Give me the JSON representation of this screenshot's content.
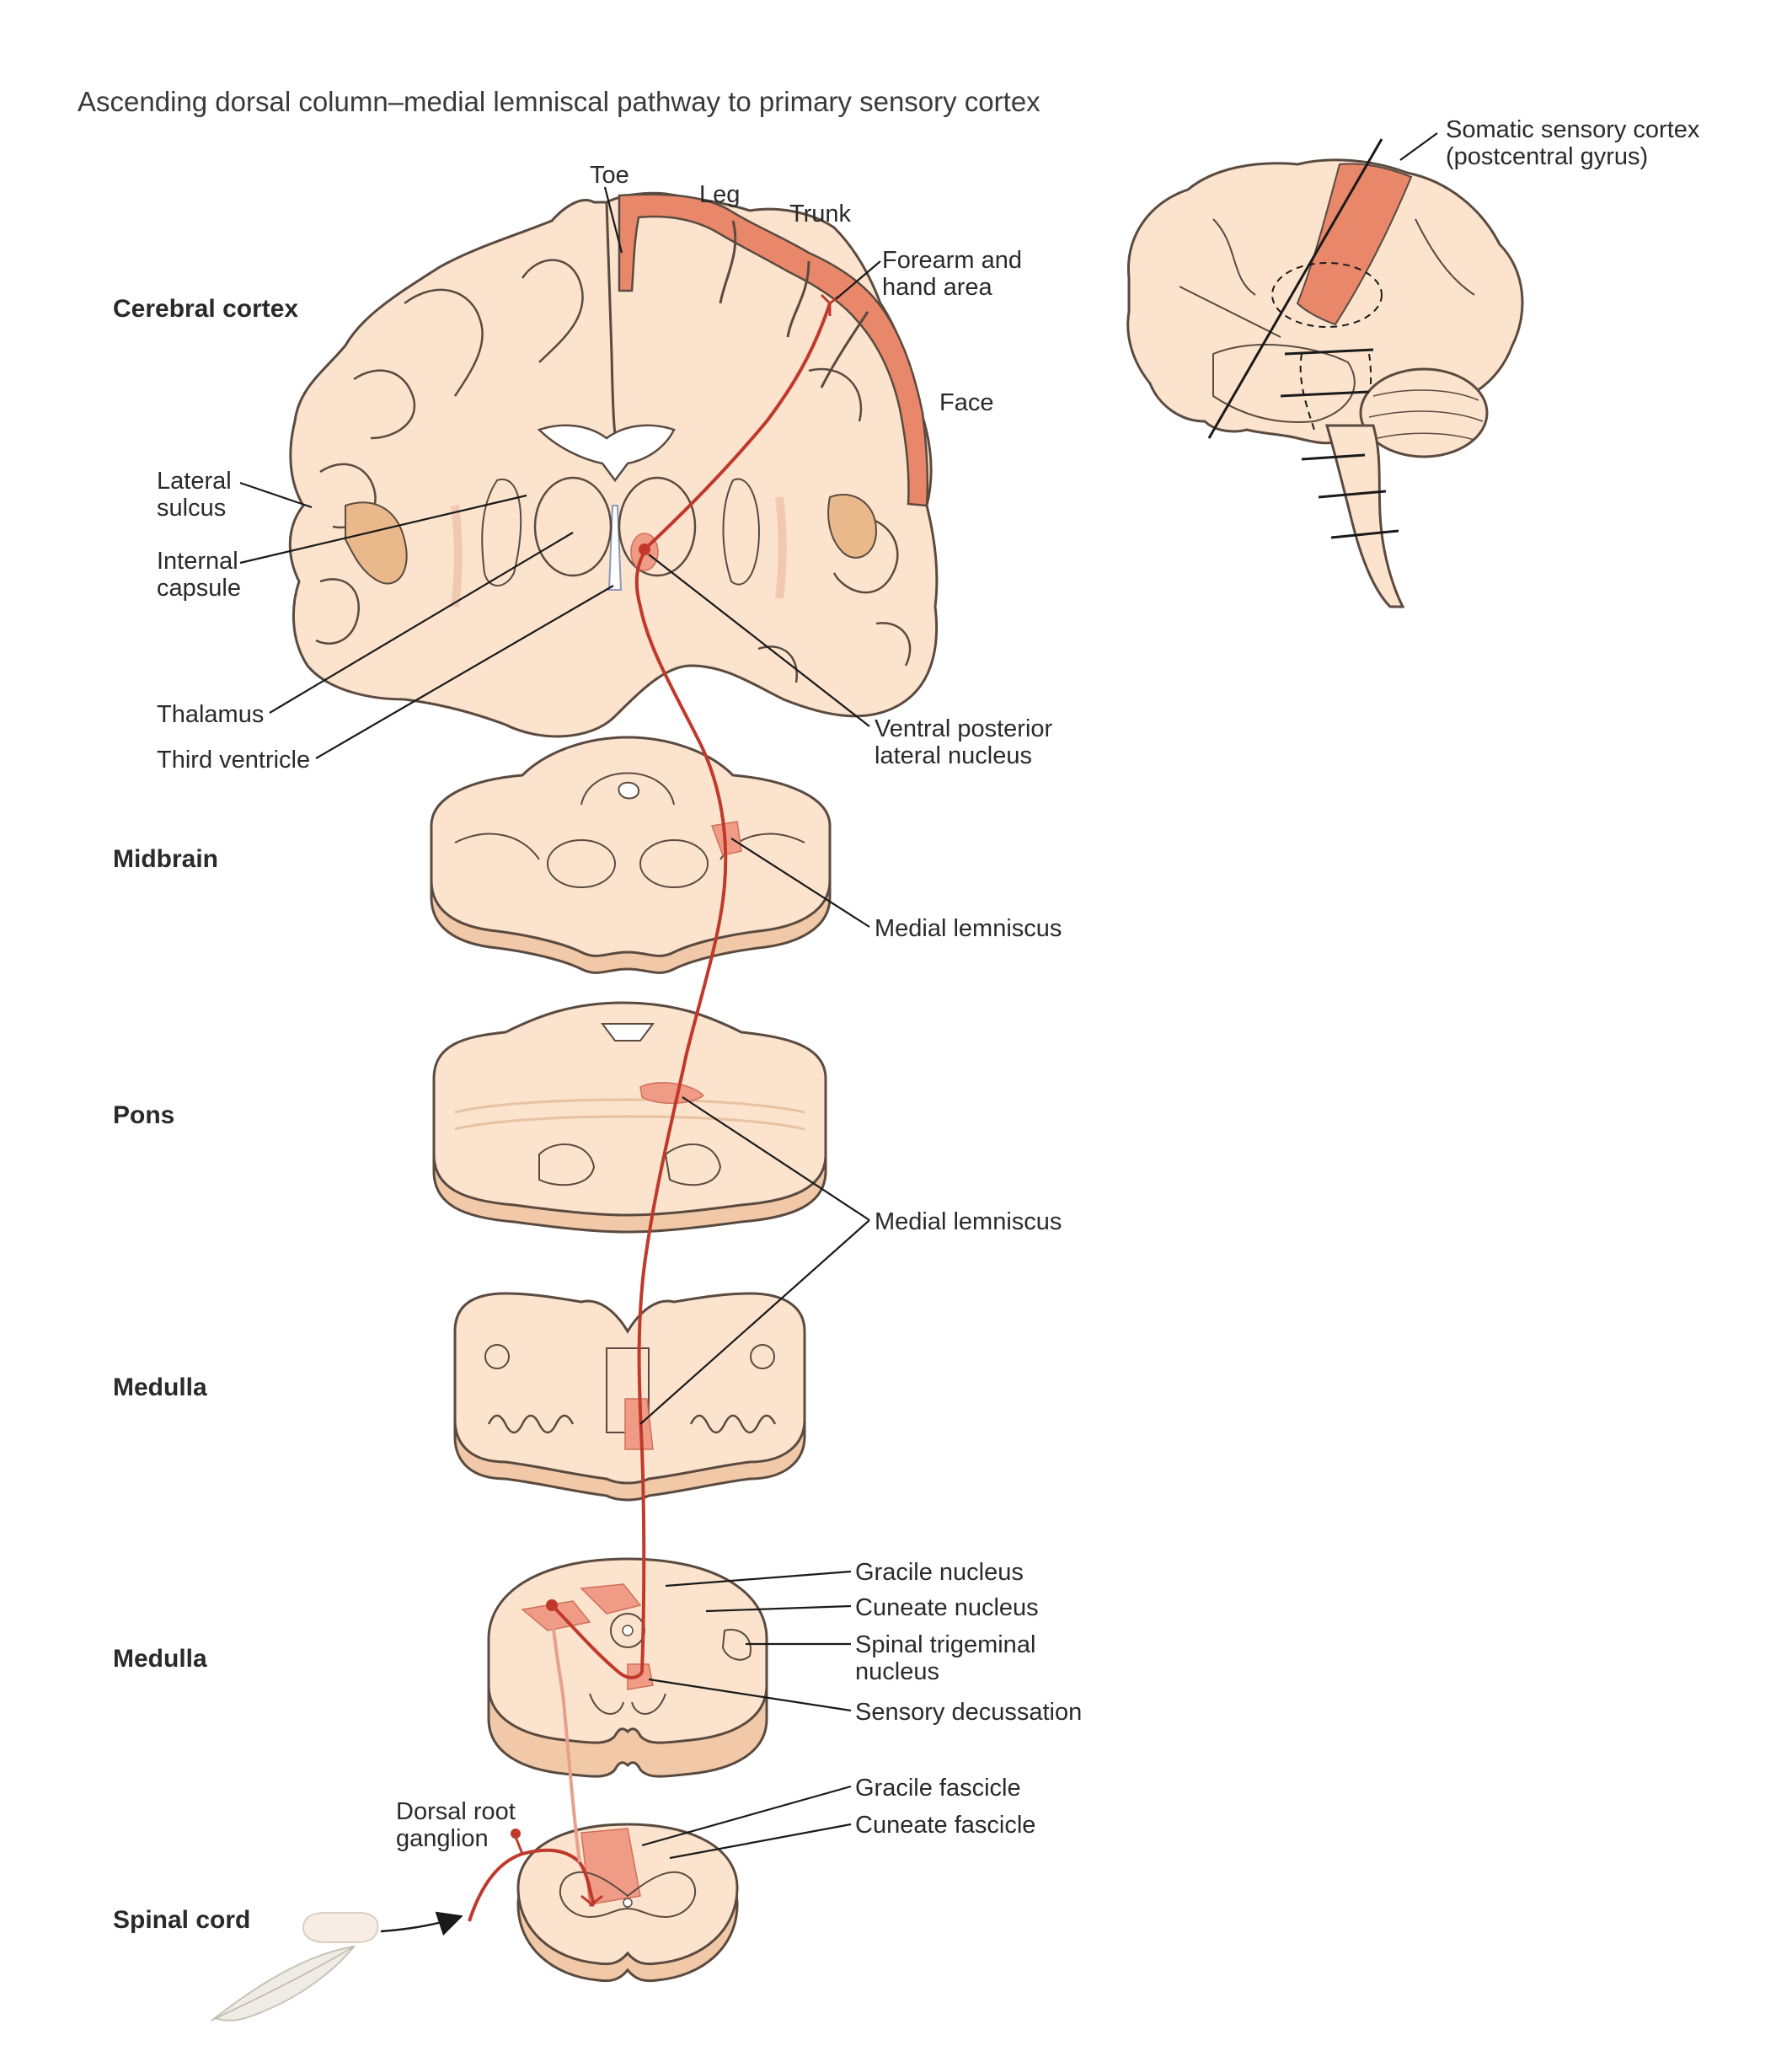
{
  "title": "Ascending dorsal column–medial lemniscal pathway to primary sensory cortex",
  "levels": {
    "cerebral_cortex": "Cerebral cortex",
    "midbrain": "Midbrain",
    "pons": "Pons",
    "medulla_upper": "Medulla",
    "medulla_lower": "Medulla",
    "spinal_cord": "Spinal cord"
  },
  "labels": {
    "toe": "Toe",
    "leg": "Leg",
    "trunk": "Trunk",
    "forearm_1": "Forearm and",
    "forearm_2": "hand area",
    "face": "Face",
    "lateral_sulcus_1": "Lateral",
    "lateral_sulcus_2": "sulcus",
    "internal_capsule_1": "Internal",
    "internal_capsule_2": "capsule",
    "thalamus": "Thalamus",
    "third_ventricle": "Third ventricle",
    "vpl_1": "Ventral posterior",
    "vpl_2": "lateral nucleus",
    "medial_lemniscus_midbrain": "Medial lemniscus",
    "medial_lemniscus_pons": "Medial lemniscus",
    "gracile_nucleus": "Gracile nucleus",
    "cuneate_nucleus": "Cuneate nucleus",
    "spinal_trigeminal_1": "Spinal trigeminal",
    "spinal_trigeminal_2": "nucleus",
    "sensory_decussation": "Sensory decussation",
    "gracile_fascicle": "Gracile fascicle",
    "cuneate_fascicle": "Cuneate fascicle",
    "drg_1": "Dorsal root",
    "drg_2": "ganglion",
    "somatic_1": "Somatic sensory cortex",
    "somatic_2": "(postcentral gyrus)"
  },
  "colors": {
    "tissue": "#fbe3cd",
    "tissue_edge": "#efc7a5",
    "outline": "#5a4a40",
    "cortex_highlight": "#e8876a",
    "pathway": "#c0392b",
    "nucleus": "#ef9b86",
    "leader_line": "#1a1a1a"
  }
}
